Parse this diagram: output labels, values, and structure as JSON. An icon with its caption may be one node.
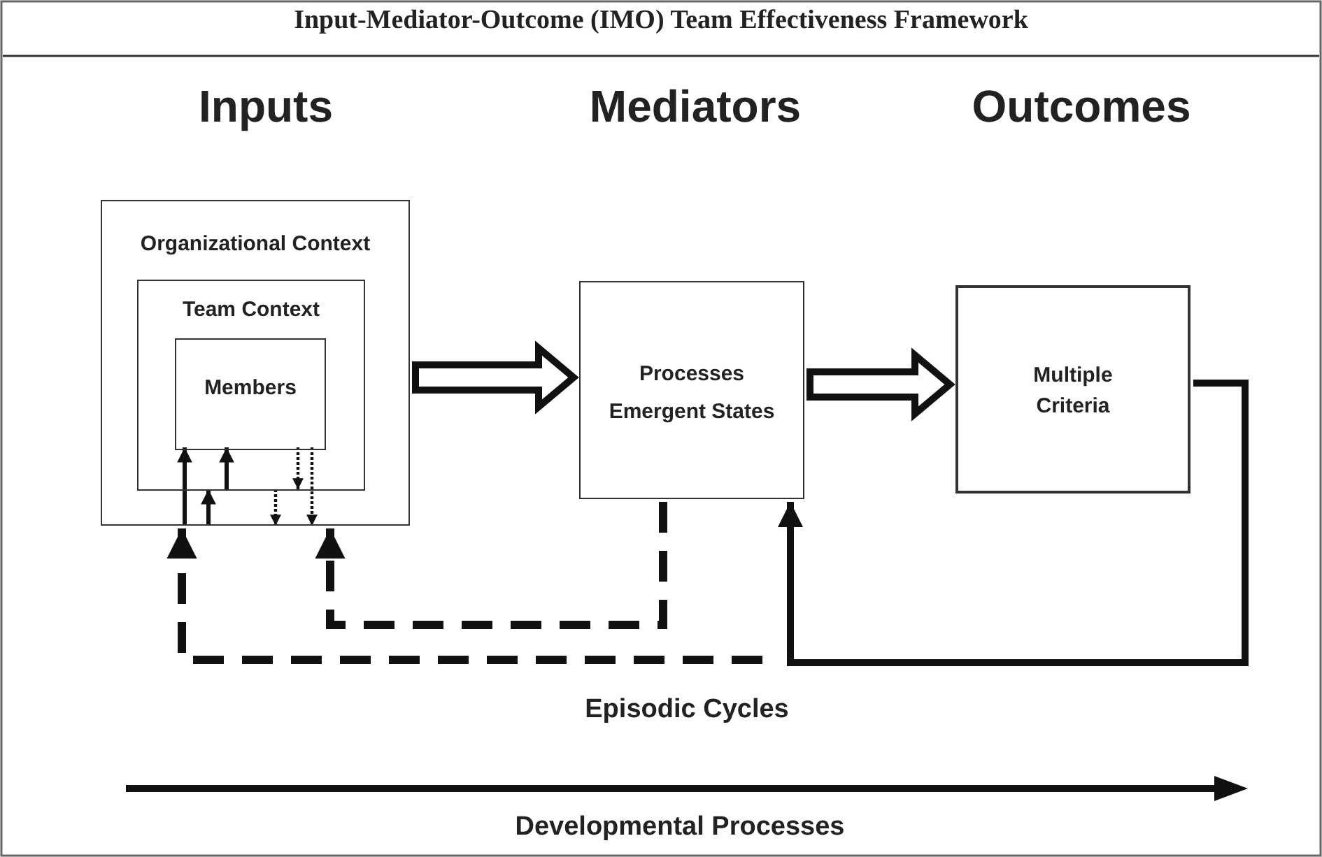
{
  "diagram": {
    "title": "Input-Mediator-Outcome (IMO) Team Effectiveness Framework",
    "nodes": [
      {
        "text": [
          "Organizational Context"
        ]
      },
      {
        "text": [
          "Team Context"
        ],
        "in": 0
      },
      {
        "text": [
          "Members"
        ],
        "in": 1
      },
      {
        "text": [
          "Processes",
          "Emergent States"
        ]
      },
      {
        "text": [
          "Multiple Criteria"
        ]
      }
    ],
    "edges": [
      {
        "from": 0,
        "to": 3,
        "arrow": "to",
        "style": "thick"
      },
      {
        "from": 3,
        "to": 4,
        "arrow": "to",
        "style": "thick"
      },
      {
        "from": 4,
        "to": 3,
        "arrow": "to"
      },
      {
        "from": 3,
        "to": 0,
        "arrow": "to",
        "style": "dashed"
      },
      {
        "from": null,
        "to": 0,
        "arrow": "to",
        "style": "dashed"
      },
      {
        "from": 0,
        "to": 2,
        "arrow": "to"
      },
      {
        "from": 0,
        "to": 1,
        "arrow": "to"
      },
      {
        "from": 1,
        "to": 2,
        "arrow": "to"
      },
      {
        "from": 2,
        "to": 1,
        "arrow": "to",
        "style": "dashed"
      },
      {
        "from": 2,
        "to": 0,
        "arrow": "to",
        "style": "dashed"
      },
      {
        "from": 1,
        "to": 0,
        "arrow": "to",
        "style": "dashed"
      }
    ],
    "labels": [
      "Inputs",
      "Mediators",
      "Outcomes",
      "Episodic Cycles",
      "Developmental Processes"
    ]
  }
}
